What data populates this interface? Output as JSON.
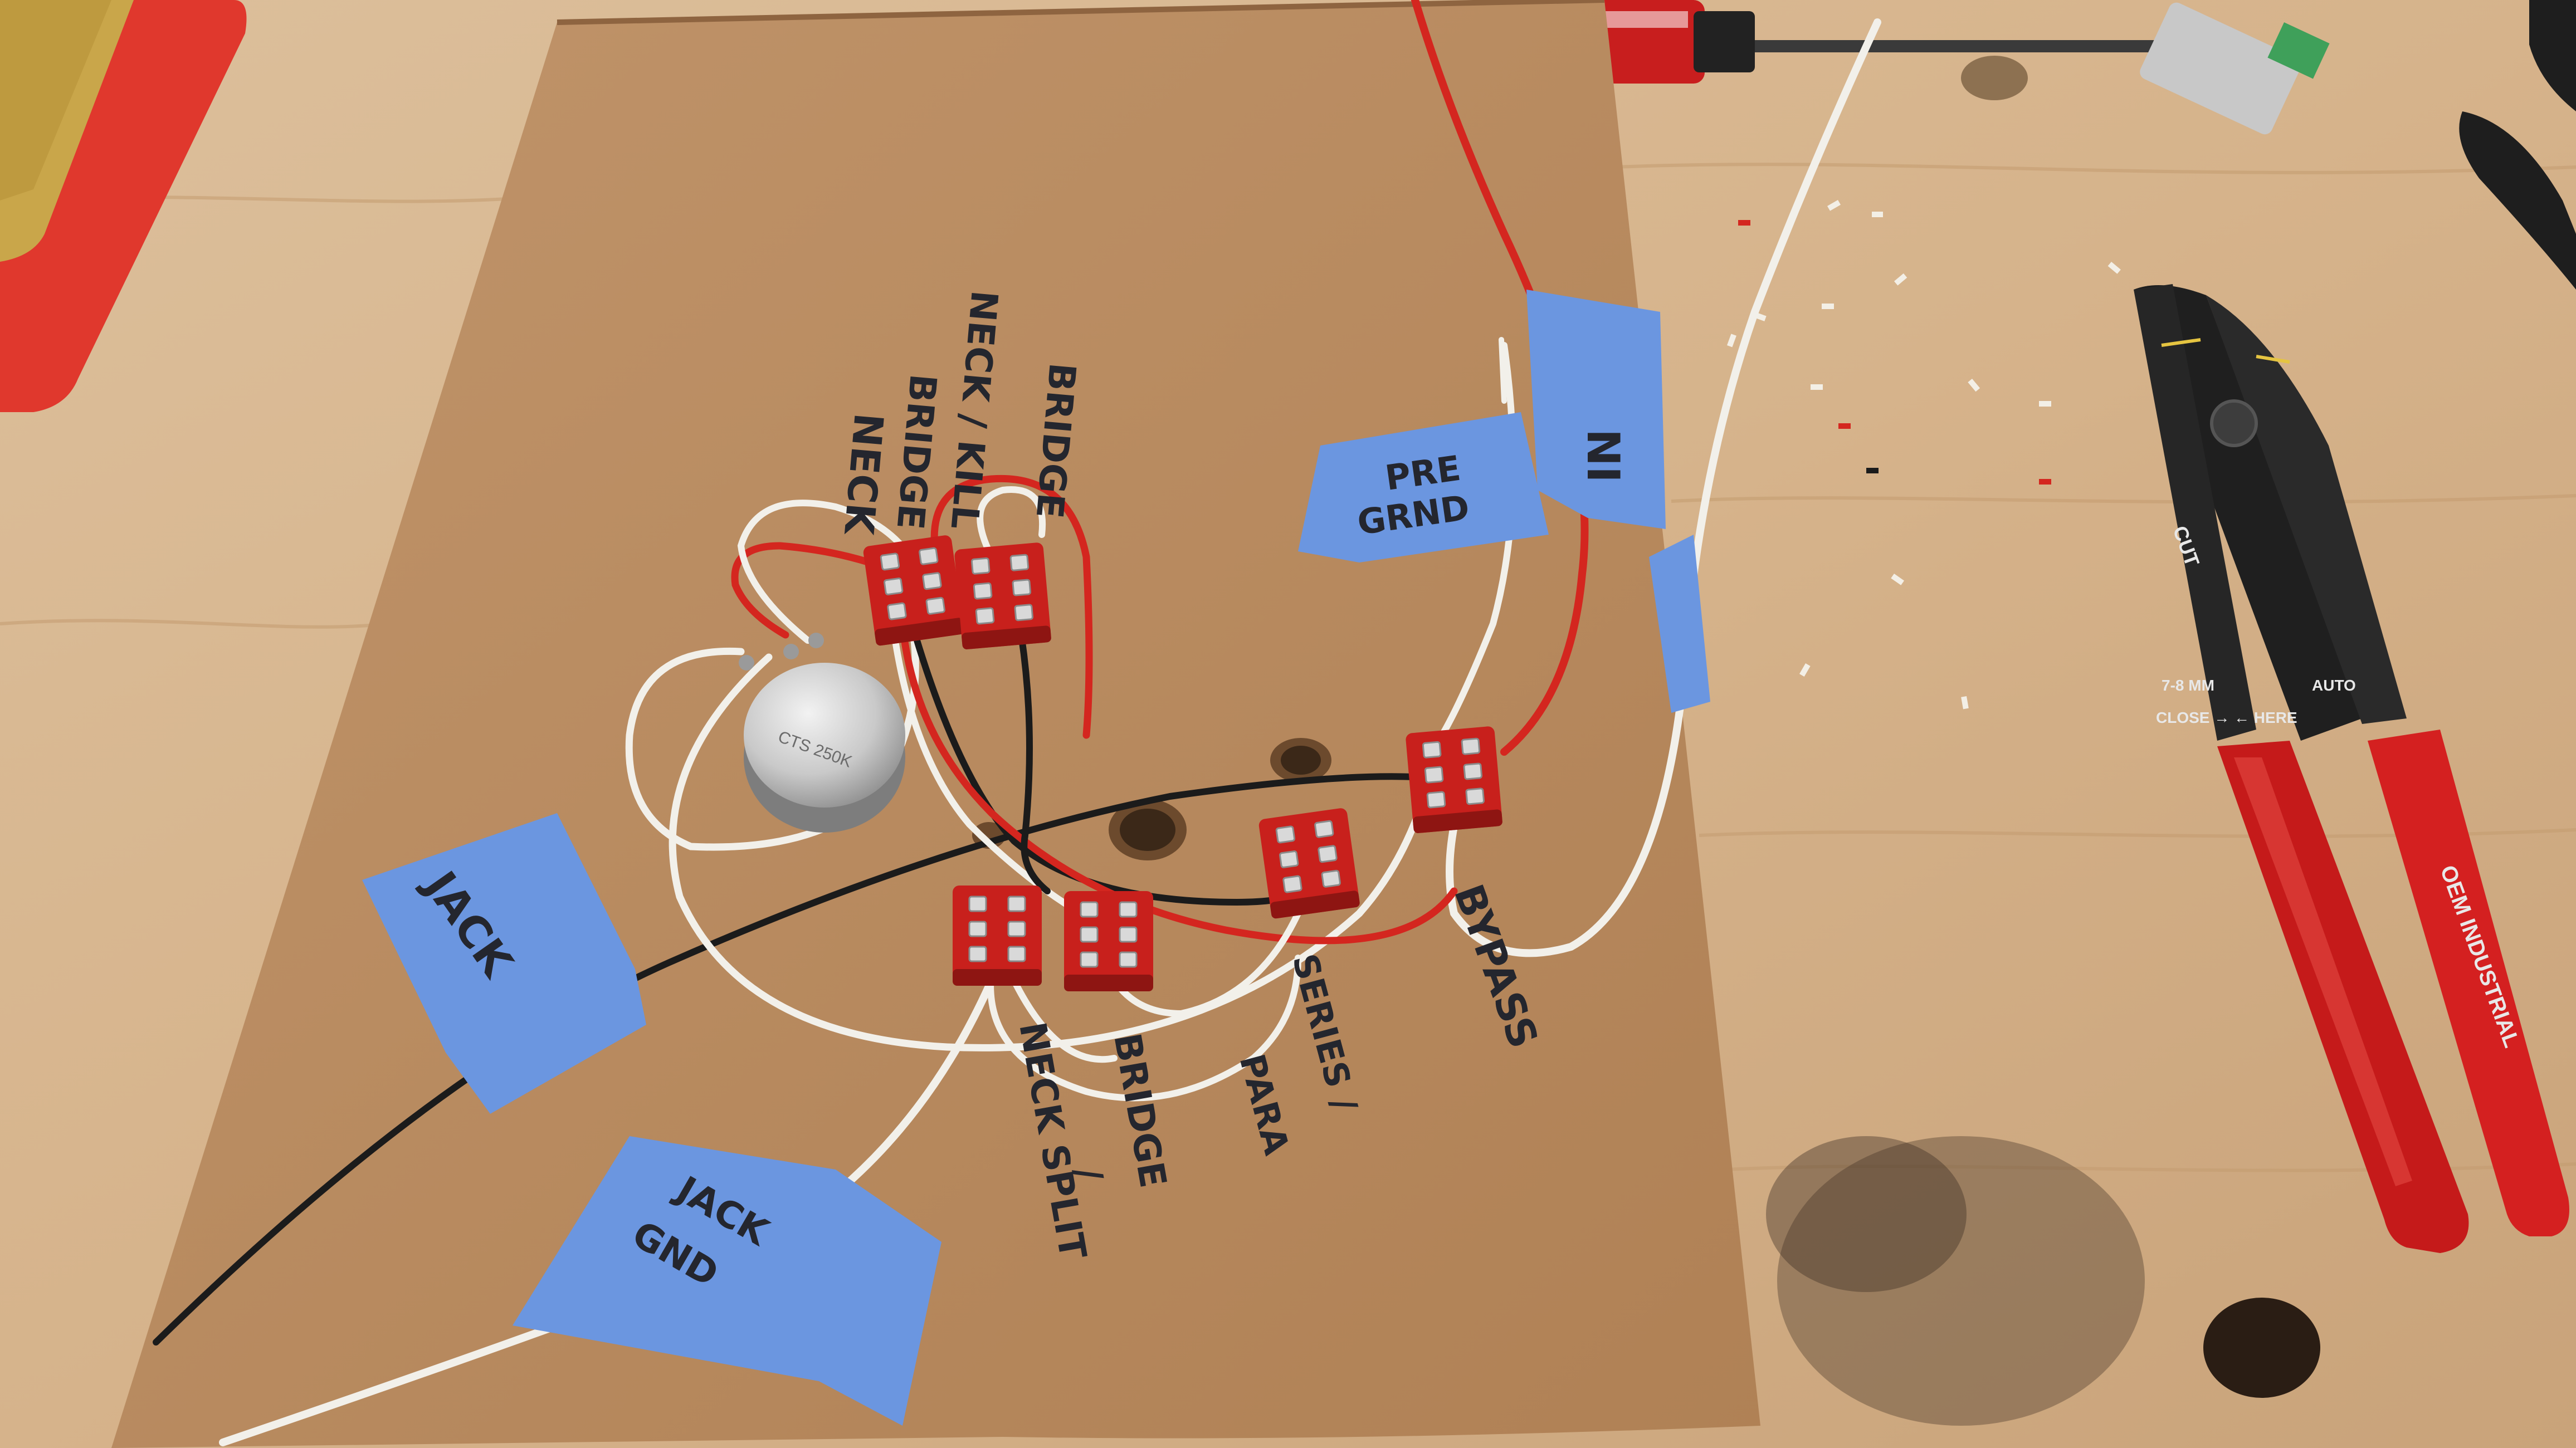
{
  "labels": {
    "pre_grnd": [
      "PRE",
      "GRND"
    ],
    "ni": "NI",
    "jack": "JACK",
    "jack_gnd": [
      "JACK",
      "GND"
    ],
    "neck": "NECK",
    "bridge_top": "BRIDGE",
    "neck_kill": "NECK / KILL",
    "bridge_right": "BRIDGE",
    "bypass": "BYPASS",
    "series_para": [
      "SERIES /",
      "PARA"
    ],
    "bridge_bottom": [
      "BRIDGE",
      "/"
    ],
    "neck_split": "NECK SPLIT",
    "pot_marking": "CTS 250K"
  },
  "tools": {
    "crimper_brand": "OEM INDUSTRIAL",
    "crimper_close_here": "CLOSE → ← HERE",
    "crimper_auto": "AUTO",
    "crimper_7_8mm": "7-8 MM",
    "crimper_cut": "CUT"
  },
  "colors": {
    "bench": "#d8b68f",
    "cardboard": "#b8895c",
    "painters_tape": "#6b96e0",
    "switch_red": "#c8201c",
    "wire_red": "#d4261f",
    "wire_white": "#f2f0ea",
    "wire_black": "#1b1b1b",
    "handle_red": "#c51a1a"
  }
}
